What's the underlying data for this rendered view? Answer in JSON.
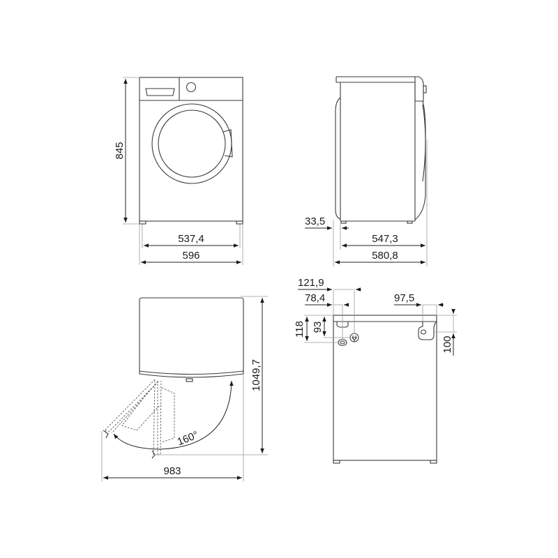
{
  "diagram": {
    "title": "Washing machine dimensional drawing",
    "units": "mm",
    "views": {
      "front": {
        "height_label": "845",
        "inner_width_label": "537,4",
        "outer_width_label": "596"
      },
      "side": {
        "door_offset_label": "33,5",
        "body_depth_label": "547,3",
        "total_depth_label": "580,8"
      },
      "top_door_open": {
        "total_depth_label": "1049,7",
        "total_width_label": "983",
        "angle_label": "160°"
      },
      "rear": {
        "outlet_1_horizontal_label": "121,9",
        "outlet_2_horizontal_label": "78,4",
        "inlet_horizontal_label": "97,5",
        "outlet_2_vertical_label": "118",
        "outlet_1_vertical_label": "93",
        "inlet_vertical_label": "100"
      }
    },
    "colors": {
      "line": "#3a3a3a",
      "extension_line": "#9a9a9a",
      "background": "#ffffff"
    }
  }
}
